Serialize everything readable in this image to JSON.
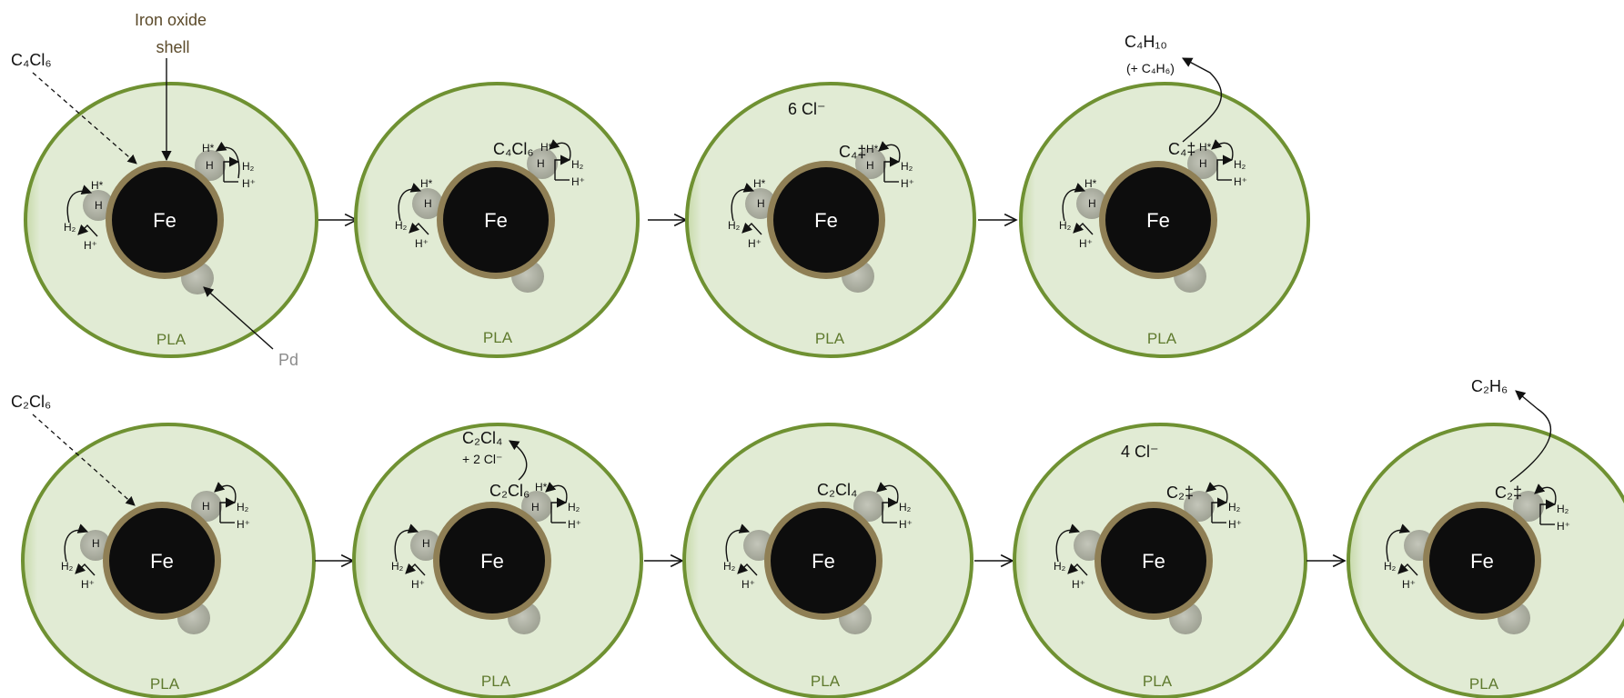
{
  "labels": {
    "iron_oxide_shell": "Iron oxide shell",
    "pd": "Pd",
    "fe": "Fe",
    "pla": "PLA",
    "h": "H",
    "h_star": "H*",
    "h2": "H₂",
    "h_plus": "H⁺"
  },
  "row1": {
    "input": "C₄Cl₆",
    "step2_adsorbed": "C₄Cl₆",
    "step3_chloride": "6 Cl⁻",
    "step3_intermediate": "C₄‡",
    "step4_intermediate": "C₄‡",
    "product_main": "C₄H₁₀",
    "product_side": "(+ C₄H₆)"
  },
  "row2": {
    "input": "C₂Cl₆",
    "step2_product": "C₂Cl₄",
    "step2_chloride": "+ 2 Cl⁻",
    "step2_adsorbed": "C₂Cl₆",
    "step3_adsorbed": "C₂Cl₄",
    "step4_chloride": "4 Cl⁻",
    "step4_intermediate": "C₂‡",
    "step5_intermediate": "C₂‡",
    "product": "C₂H₆"
  },
  "colors": {
    "pla_fill": "#e1ebd4",
    "pla_ring": "#6f9132",
    "shell": "#8f7f55",
    "core": "#0d0d0d",
    "pd": "#a9ab9c"
  }
}
